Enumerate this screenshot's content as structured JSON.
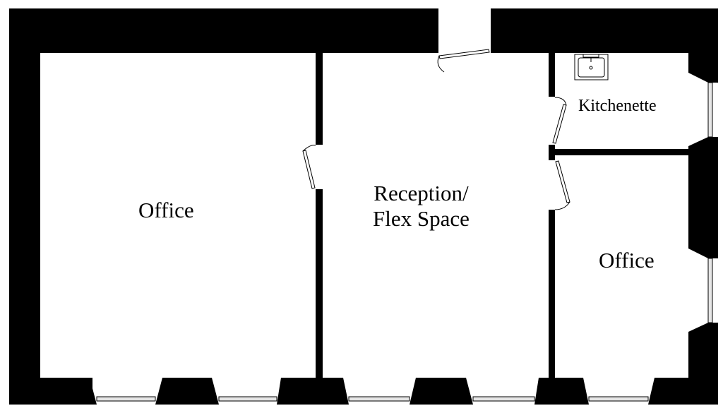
{
  "floor_plan": {
    "colors": {
      "wall": "#000000",
      "floor": "#ffffff",
      "window_glass": "#e6e6e6"
    },
    "rooms": [
      {
        "id": "office-left",
        "label": "Office"
      },
      {
        "id": "reception",
        "label_line1": "Reception/",
        "label_line2": "Flex Space"
      },
      {
        "id": "kitchenette",
        "label": "Kitchenette"
      },
      {
        "id": "office-right",
        "label": "Office"
      }
    ],
    "fixtures": [
      {
        "id": "sink",
        "icon": "sink-icon"
      }
    ]
  }
}
